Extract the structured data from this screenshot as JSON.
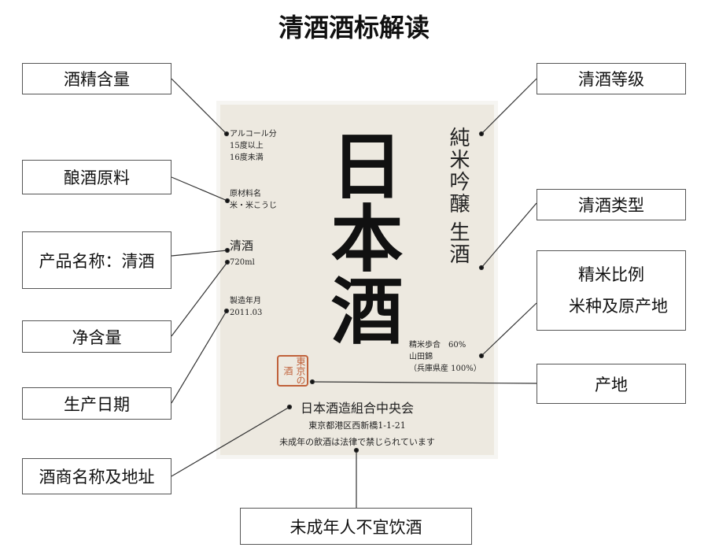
{
  "title": "清酒酒标解读",
  "left_labels": [
    "酒精含量",
    "酿酒原料",
    "产品名称：清酒",
    "净含量",
    "生产日期",
    "酒商名称及地址"
  ],
  "right_labels": [
    "清酒等级",
    "清酒类型",
    "精米比例",
    "米种及原产地",
    "产地"
  ],
  "bottom_label": "未成年人不宜饮酒",
  "sake_label": {
    "alcohol": [
      "アルコール分",
      "15度以上",
      "16度未満"
    ],
    "ingredients": [
      "原材料名",
      "米・米こうじ"
    ],
    "product": "清酒",
    "volume": "720ml",
    "date": [
      "製造年月",
      "2011.03"
    ],
    "main": "日本酒",
    "grade": "純米吟醸",
    "type": "生酒",
    "rice": [
      "精米歩合　60%",
      "山田錦",
      "（兵庫県産 100%）"
    ],
    "stamp": "東京の酒",
    "brewer": "日本酒造組合中央会",
    "address": "東京都港区西新橋1-1-21",
    "warning": "未成年の飲酒は法律で禁じられています"
  }
}
